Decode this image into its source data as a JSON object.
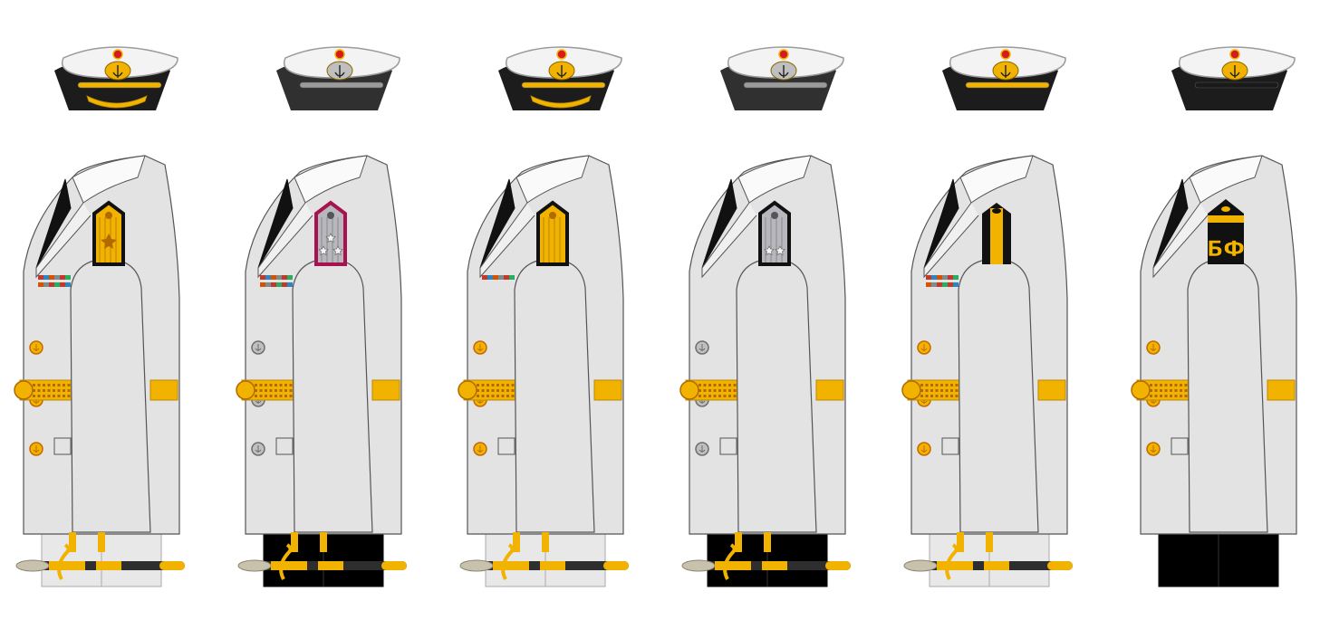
{
  "uniforms": [
    {
      "id": "u1",
      "trousers": "white",
      "dirk": true,
      "cap_band": "#1c1c1c",
      "visor_trim": "gold",
      "cap_oak": true,
      "buttons": "gold",
      "belt": true,
      "ribbons": true,
      "board": {
        "base": "#f2b300",
        "edge": "#111111",
        "kind": "admiral",
        "stars": 0,
        "text": ""
      }
    },
    {
      "id": "u2",
      "trousers": "black",
      "dirk": true,
      "cap_band": "#303030",
      "visor_trim": "silver",
      "cap_oak": false,
      "buttons": "silver",
      "belt": true,
      "ribbons": true,
      "board": {
        "base": "#b7b7bd",
        "edge": "#a6134f",
        "kind": "striped",
        "stars": 3,
        "text": ""
      }
    },
    {
      "id": "u3",
      "trousers": "white",
      "dirk": true,
      "cap_band": "#1c1c1c",
      "visor_trim": "gold",
      "cap_oak": true,
      "buttons": "gold",
      "belt": true,
      "ribbons": true,
      "board": {
        "base": "#f2b300",
        "edge": "#111111",
        "kind": "striped",
        "stars": 0,
        "text": ""
      }
    },
    {
      "id": "u4",
      "trousers": "black",
      "dirk": true,
      "cap_band": "#303030",
      "visor_trim": "silver",
      "cap_oak": false,
      "buttons": "silver",
      "belt": true,
      "ribbons": false,
      "board": {
        "base": "#b7b7bd",
        "edge": "#111111",
        "kind": "striped",
        "stars": 2,
        "text": ""
      }
    },
    {
      "id": "u5",
      "trousers": "white",
      "dirk": true,
      "cap_band": "#1c1c1c",
      "visor_trim": "gold",
      "cap_oak": false,
      "buttons": "gold",
      "belt": true,
      "ribbons": true,
      "board": {
        "base": "#111111",
        "edge": "#111111",
        "kind": "midship",
        "stars": 0,
        "text": ""
      }
    },
    {
      "id": "u6",
      "trousers": "black",
      "dirk": false,
      "cap_band": "#1c1c1c",
      "visor_trim": "black",
      "cap_oak": false,
      "buttons": "gold",
      "belt": true,
      "ribbons": false,
      "board": {
        "base": "#111111",
        "edge": "#111111",
        "kind": "cadet",
        "stars": 0,
        "text": "БФ"
      }
    }
  ],
  "colors": {
    "gold": "#f2b300",
    "gold_dark": "#b98a00",
    "silver": "#bfbfbf",
    "jacket": "#e3e3e3",
    "outline": "#555555",
    "black": "#111111"
  }
}
